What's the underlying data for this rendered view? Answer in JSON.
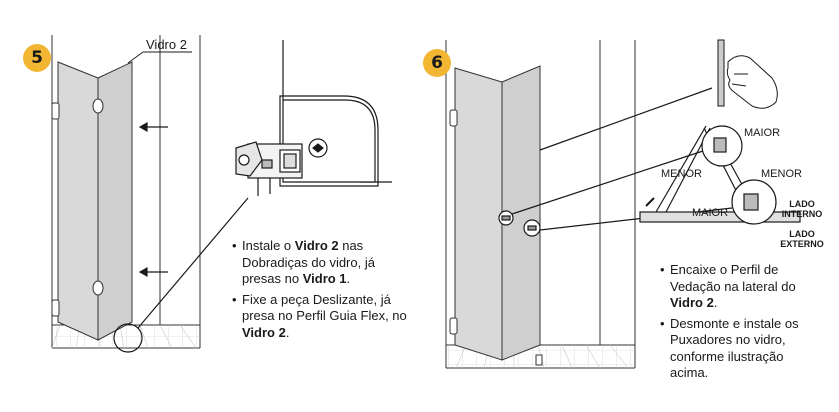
{
  "step5": {
    "number": "5",
    "glass_label": "Vidro 2",
    "instructions": [
      {
        "pre": "Instale o ",
        "bold": "Vidro 2",
        "mid": " nas Dobradiças do vidro, já presas no ",
        "bold2": "Vidro 1",
        "post": "."
      },
      {
        "pre": "Fixe a peça Deslizante, já presa no Perfil Guia Flex, no ",
        "bold": "Vidro 2",
        "mid": "",
        "bold2": "",
        "post": "."
      }
    ]
  },
  "step6": {
    "number": "6",
    "labels": {
      "maior_top": "MAIOR",
      "menor_left": "MENOR",
      "menor_right": "MENOR",
      "maior_bottom": "MAIOR",
      "lado_interno": "LADO\nINTERNO",
      "lado_externo": "LADO\nEXTERNO"
    },
    "instructions": [
      {
        "pre": "Encaixe o Perfil de Vedação na lateral do ",
        "bold": "Vidro 2",
        "mid": "",
        "bold2": "",
        "post": "."
      },
      {
        "pre": "Desmonte e instale os Puxadores no vidro, conforme ilustração acima.",
        "bold": "",
        "mid": "",
        "bold2": "",
        "post": ""
      }
    ]
  },
  "colors": {
    "badge": "#f2b632",
    "glass": "#d9d9d9",
    "line": "#1a1a1a"
  }
}
